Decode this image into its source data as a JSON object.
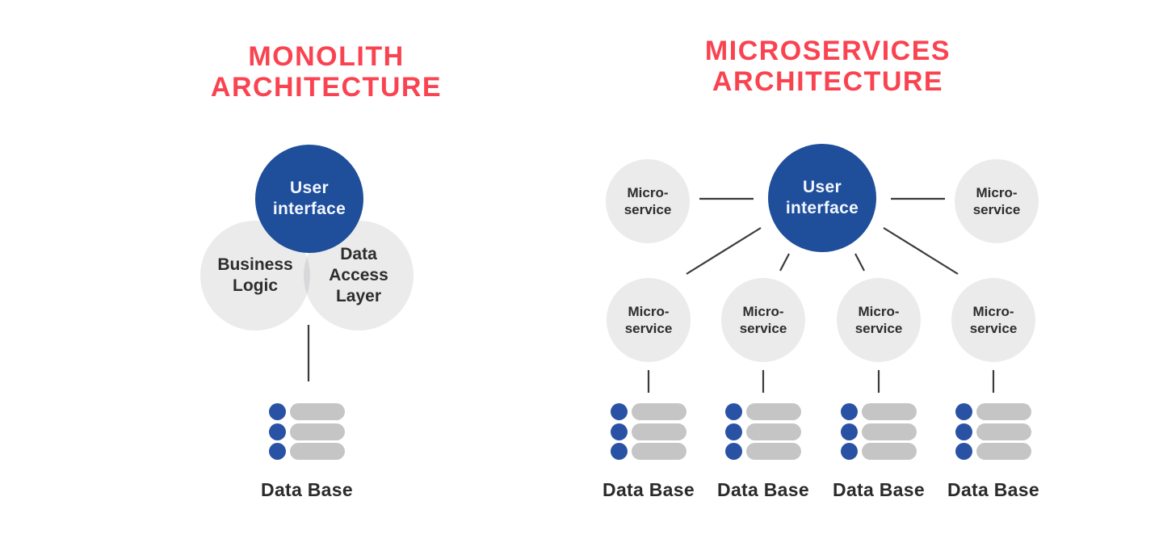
{
  "colors": {
    "accent_red": "#fa4350",
    "primary_blue": "#1f4e9b",
    "db_dot_blue": "#2a52a4",
    "circle_gray": "#e9e9ea",
    "bar_gray": "#c5c5c6",
    "line_dark": "#3b3b3b",
    "text_dark": "#2d2d2d",
    "background": "#ffffff"
  },
  "monolith": {
    "title": {
      "line1": "MONOLITH",
      "line2": "ARCHITECTURE"
    },
    "user_interface": {
      "line1": "User",
      "line2": "interface"
    },
    "business_logic": {
      "line1": "Business",
      "line2": "Logic"
    },
    "data_access_layer": {
      "line1": "Data",
      "line2": "Access",
      "line3": "Layer"
    },
    "database_label": "Data Base"
  },
  "microservices": {
    "title": {
      "line1": "MICROSERVICES",
      "line2": "ARCHITECTURE"
    },
    "user_interface": {
      "line1": "User",
      "line2": "interface"
    },
    "satellites": [
      {
        "id": "top-left",
        "line1": "Micro-",
        "line2": "service"
      },
      {
        "id": "top-right",
        "line1": "Micro-",
        "line2": "service"
      },
      {
        "id": "bottom-1",
        "line1": "Micro-",
        "line2": "service"
      },
      {
        "id": "bottom-2",
        "line1": "Micro-",
        "line2": "service"
      },
      {
        "id": "bottom-3",
        "line1": "Micro-",
        "line2": "service"
      },
      {
        "id": "bottom-4",
        "line1": "Micro-",
        "line2": "service"
      }
    ],
    "database_labels": [
      "Data Base",
      "Data Base",
      "Data Base",
      "Data Base"
    ]
  }
}
